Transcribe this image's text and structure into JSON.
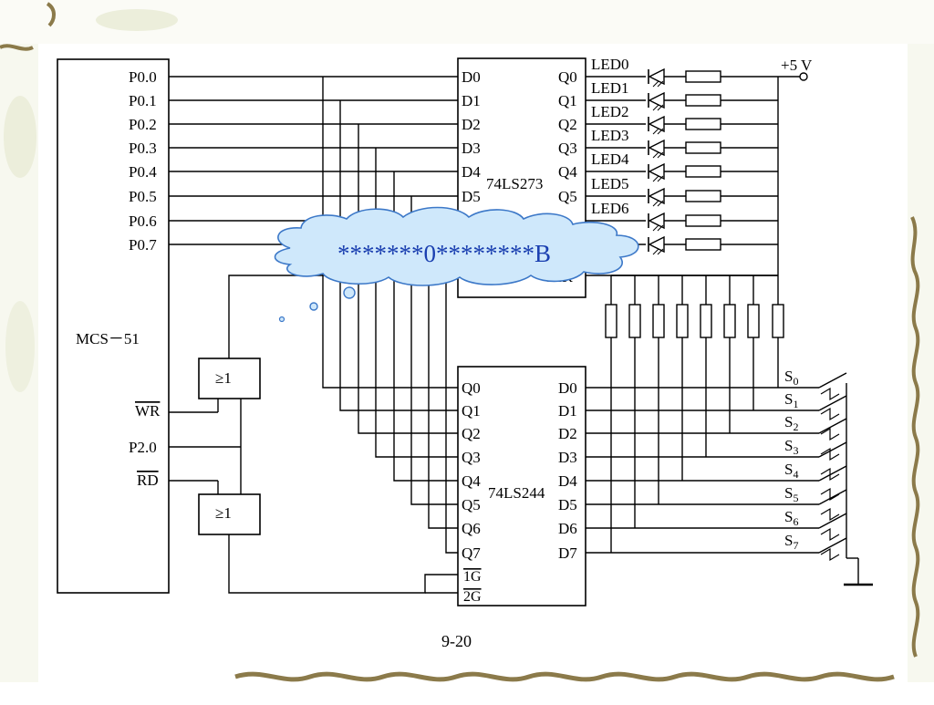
{
  "mcu": {
    "name": "MCS－51",
    "port_pins": [
      "P0.0",
      "P0.1",
      "P0.2",
      "P0.3",
      "P0.4",
      "P0.5",
      "P0.6",
      "P0.7"
    ],
    "wr": "WR",
    "p20": "P2.0",
    "rd": "RD"
  },
  "latch": {
    "name": "74LS273",
    "d_pins": [
      "D0",
      "D1",
      "D2",
      "D3",
      "D4",
      "D5"
    ],
    "q_pins": [
      "Q0",
      "Q1",
      "Q2",
      "Q3",
      "Q4",
      "Q5"
    ],
    "clk": "CLK"
  },
  "buffer": {
    "name": "74LS244",
    "q_pins": [
      "Q0",
      "Q1",
      "Q2",
      "Q3",
      "Q4",
      "Q5",
      "Q6",
      "Q7"
    ],
    "d_pins": [
      "D0",
      "D1",
      "D2",
      "D3",
      "D4",
      "D5",
      "D6",
      "D7"
    ],
    "g1": "1G",
    "g2": "2G"
  },
  "leds": [
    "LED0",
    "LED1",
    "LED2",
    "LED3",
    "LED4",
    "LED5",
    "LED6"
  ],
  "supply": "+5 V",
  "or_gate": "≥1",
  "switches": [
    {
      "base": "S",
      "sub": "0"
    },
    {
      "base": "S",
      "sub": "1"
    },
    {
      "base": "S",
      "sub": "2"
    },
    {
      "base": "S",
      "sub": "3"
    },
    {
      "base": "S",
      "sub": "4"
    },
    {
      "base": "S",
      "sub": "5"
    },
    {
      "base": "S",
      "sub": "6"
    },
    {
      "base": "S",
      "sub": "7"
    }
  ],
  "cloud_text": "*******0********B",
  "figure_label": "9-20",
  "colors": {
    "line": "#000000",
    "cloud_fill": "#cfe8fb",
    "cloud_stroke": "#3c78c8",
    "cloud_text": "#1a3fb0",
    "vine": "#8b7a4a",
    "leaf": "#c9cfa0"
  }
}
